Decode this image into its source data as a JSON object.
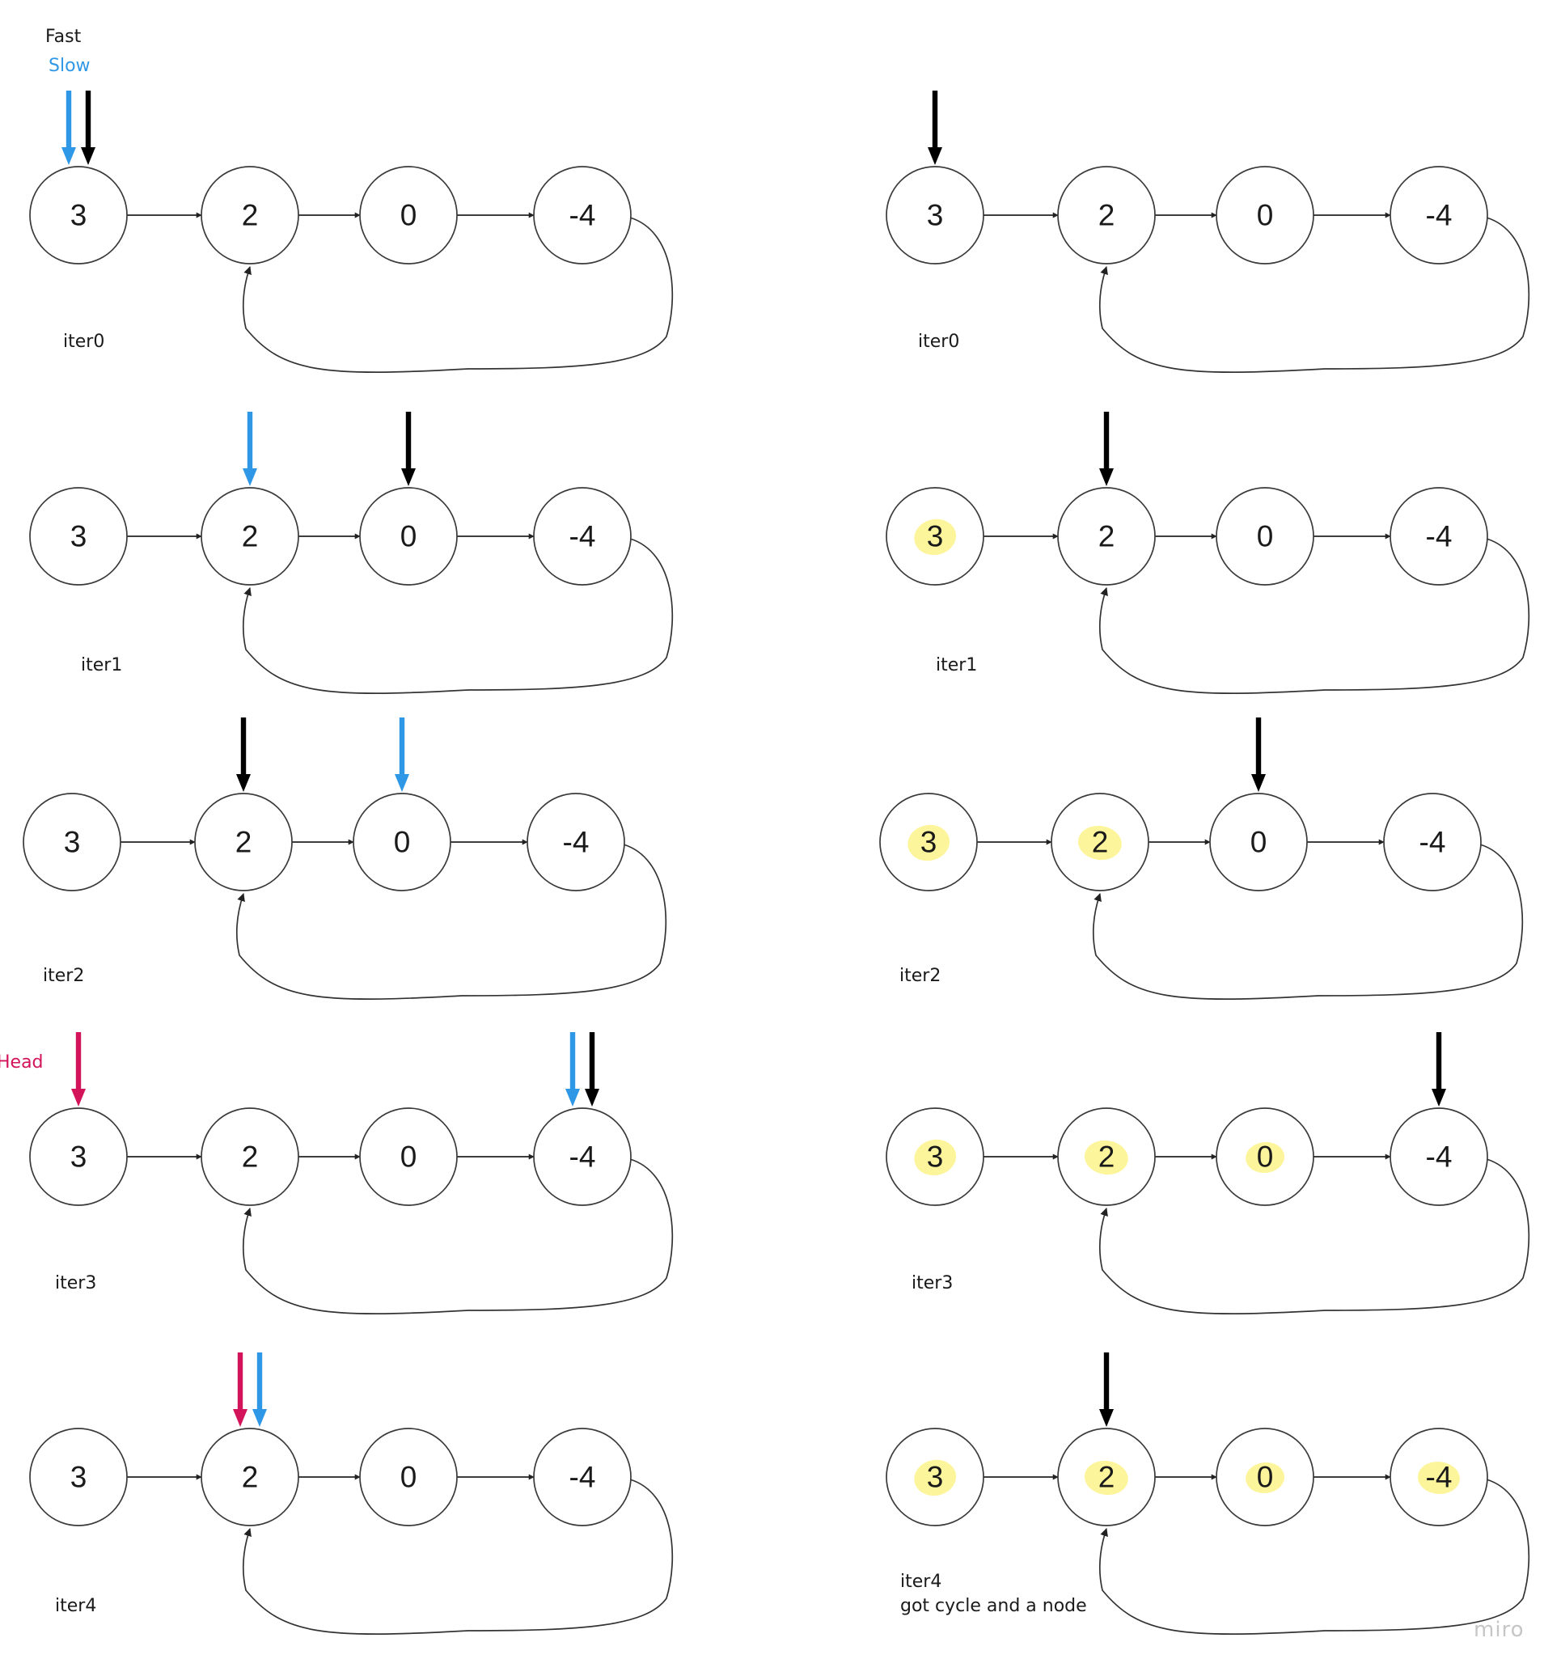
{
  "legend": {
    "fast": "Fast",
    "slow": "Slow",
    "head": "Head"
  },
  "colors": {
    "fast": "#000000",
    "slow": "#2f98e6",
    "head": "#d4145a",
    "highlight": "#fdf38a"
  },
  "node_values": [
    "3",
    "2",
    "0",
    "-4"
  ],
  "cycle": {
    "tail_value": "-4",
    "points_to_value": "2"
  },
  "panels": [
    {
      "column": "left",
      "row": 0,
      "label": [
        "iter0"
      ],
      "pointers": [
        {
          "type": "slow",
          "node": 0
        },
        {
          "type": "fast",
          "node": 0
        }
      ],
      "highlighted": []
    },
    {
      "column": "left",
      "row": 1,
      "label": [
        "iter1"
      ],
      "pointers": [
        {
          "type": "slow",
          "node": 1
        },
        {
          "type": "fast",
          "node": 2
        }
      ],
      "highlighted": []
    },
    {
      "column": "left",
      "row": 2,
      "label": [
        "iter2"
      ],
      "pointers": [
        {
          "type": "fast",
          "node": 1
        },
        {
          "type": "slow",
          "node": 2
        }
      ],
      "highlighted": []
    },
    {
      "column": "left",
      "row": 3,
      "label": [
        "iter3"
      ],
      "pointers": [
        {
          "type": "head",
          "node": 0
        },
        {
          "type": "slow",
          "node": 3
        },
        {
          "type": "fast",
          "node": 3
        }
      ],
      "highlighted": []
    },
    {
      "column": "left",
      "row": 4,
      "label": [
        "iter4"
      ],
      "pointers": [
        {
          "type": "head",
          "node": 1
        },
        {
          "type": "slow",
          "node": 1
        }
      ],
      "highlighted": []
    },
    {
      "column": "right",
      "row": 0,
      "label": [
        "iter0"
      ],
      "pointers": [
        {
          "type": "fast",
          "node": 0
        }
      ],
      "highlighted": []
    },
    {
      "column": "right",
      "row": 1,
      "label": [
        "iter1"
      ],
      "pointers": [
        {
          "type": "fast",
          "node": 1
        }
      ],
      "highlighted": [
        0
      ]
    },
    {
      "column": "right",
      "row": 2,
      "label": [
        "iter2"
      ],
      "pointers": [
        {
          "type": "fast",
          "node": 2
        }
      ],
      "highlighted": [
        0,
        1
      ]
    },
    {
      "column": "right",
      "row": 3,
      "label": [
        "iter3"
      ],
      "pointers": [
        {
          "type": "fast",
          "node": 3
        }
      ],
      "highlighted": [
        0,
        1,
        2
      ]
    },
    {
      "column": "right",
      "row": 4,
      "label": [
        "iter4",
        "got cycle and a node"
      ],
      "pointers": [
        {
          "type": "fast",
          "node": 1
        }
      ],
      "highlighted": [
        0,
        1,
        2,
        3
      ]
    }
  ],
  "watermark": "miro"
}
